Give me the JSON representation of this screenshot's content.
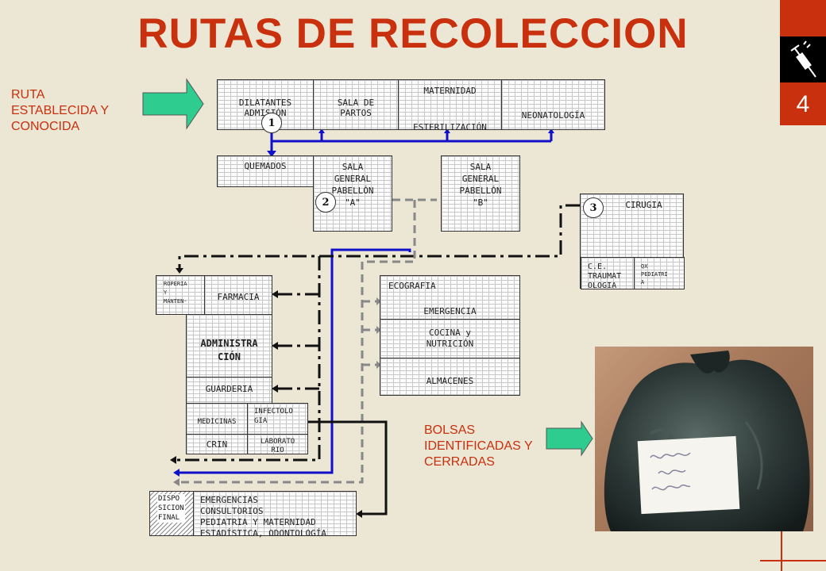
{
  "title": "RUTAS DE RECOLECCION",
  "slide_number": "4",
  "route_label": [
    "RUTA",
    "ESTABLECIDA Y",
    "CONOCIDA"
  ],
  "bags_label": [
    "BOLSAS",
    "IDENTIFICADAS Y",
    "CERRADAS"
  ],
  "bag_note": "Desechos Bioinfecciosos",
  "colors": {
    "title": "#c8300e",
    "accent": "#c8300e",
    "arrow": "#2ecc8e",
    "route_blue": "#1010c8"
  },
  "icons": {
    "logo": "syringe-icon"
  },
  "areas": {
    "dilatantes": [
      "DILATANTES",
      "ADMISIÓN"
    ],
    "sala_partos": [
      "SALA DE",
      "PARTOS"
    ],
    "maternidad": "MATERNIDAD",
    "esterilizacion": "ESTERILIZACIÓN",
    "neonatologia": "NEONATOLOGÍA",
    "quemados": "QUEMADOS",
    "sala_a": [
      "SALA",
      "GENERAL",
      "PABELLÓN",
      "\"A\""
    ],
    "sala_b": [
      "SALA",
      "GENERAL",
      "PABELLÓN",
      "\"B\""
    ],
    "cirugia": "CIRUGIA",
    "ce_trauma": [
      "C.E.",
      "TRAUMAT",
      "OLOGIA"
    ],
    "qx_ped": [
      "QX",
      "PEDIATRI",
      "A"
    ],
    "roperia": [
      "ROPERIA",
      "Y",
      "MANTEN-"
    ],
    "farmacia": "FARMACIA",
    "administracion": [
      "ADMINISTRA",
      "CIÓN"
    ],
    "guarderia": "GUARDERIA",
    "medicinas": "MEDICINAS",
    "infectologia": [
      "INFECTOLO",
      "GIA"
    ],
    "crin": "CRIN",
    "laboratorio": [
      "LABORATO",
      "RIO"
    ],
    "ecografia": "ECOGRAFIA",
    "emergencia": "EMERGENCIA",
    "cocina": [
      "COCINA y",
      "NUTRICIÓN"
    ],
    "almacenes": "ALMACENES",
    "disposicion": [
      "DISPO",
      "SICION",
      "FINAL"
    ],
    "bottom_list": [
      "EMERGENCIAS",
      "CONSULTORIOS",
      "PEDIATRIA Y MATERNIDAD",
      "ESTADÍSTICA, ODONTOLOGÍA"
    ]
  },
  "route_markers": [
    "1",
    "2",
    "3"
  ]
}
